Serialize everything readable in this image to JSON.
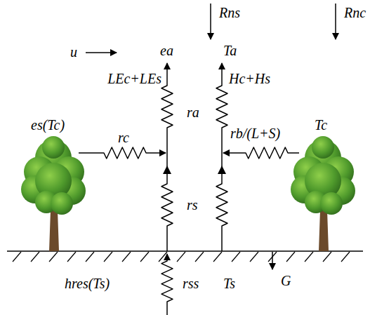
{
  "diagram": {
    "labels": [
      "u",
      "ea",
      "Rns",
      "Ta",
      "Rnc",
      "LEc+LEs",
      "Hc+Hs",
      "es(Tc)",
      "rc",
      "ra",
      "rb/(L+S)",
      "Tc",
      "rs",
      "hres(Ts)",
      "rss",
      "Ts",
      "G"
    ]
  }
}
